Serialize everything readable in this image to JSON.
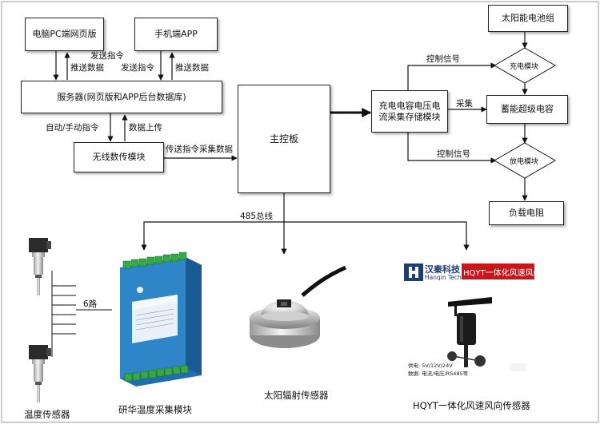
{
  "nodes": {
    "pc_web": "电脑PC端网页版",
    "mobile_app": "手机端APP",
    "server": "服务器(网页版和APP后台数据库)",
    "wireless": "无线数传模块",
    "main_board": "主控板",
    "charge_collect": "充电电容电压电流采集存储模块",
    "solar_battery": "太阳能电池组",
    "charge_module": "充电模块",
    "supercap": "蓄能超级电容",
    "discharge_module": "放电模块",
    "load": "负载电阻"
  },
  "edge_labels": {
    "send_cmd_1": "发送指令",
    "push_data_1": "推送数据",
    "send_cmd_2": "发送指令",
    "push_data_2": "推送数据",
    "auto_manual": "自动/手动指令",
    "data_upload": "数据上传",
    "send_collect": "传送指令采集数据",
    "ctrl_signal_1": "控制信号",
    "collect": "采集",
    "ctrl_signal_2": "控制信号",
    "bus_485": "485总线",
    "six_way": "6路"
  },
  "captions": {
    "temp_sensor": "温度传感器",
    "temp_module": "研华温度采集模块",
    "solar_rad": "太阳辐射传感器",
    "wind_sensor": "HQYT一体化风速风向传感器"
  },
  "product_labels": {
    "hanqin_logo": "汉秦科技",
    "hanqin_sub": "Hanqin Tech",
    "hqyt_banner": "HQYT一体化风速风向传感器",
    "spec_1": "供电: 5V/12V/24V",
    "spec_2": "数据: 电流/电压/RS485等"
  },
  "colors": {
    "line": "#111111",
    "red_banner": "#c8161d",
    "module_blue": "#2e86c8",
    "terminal_green": "#3aa64a"
  }
}
